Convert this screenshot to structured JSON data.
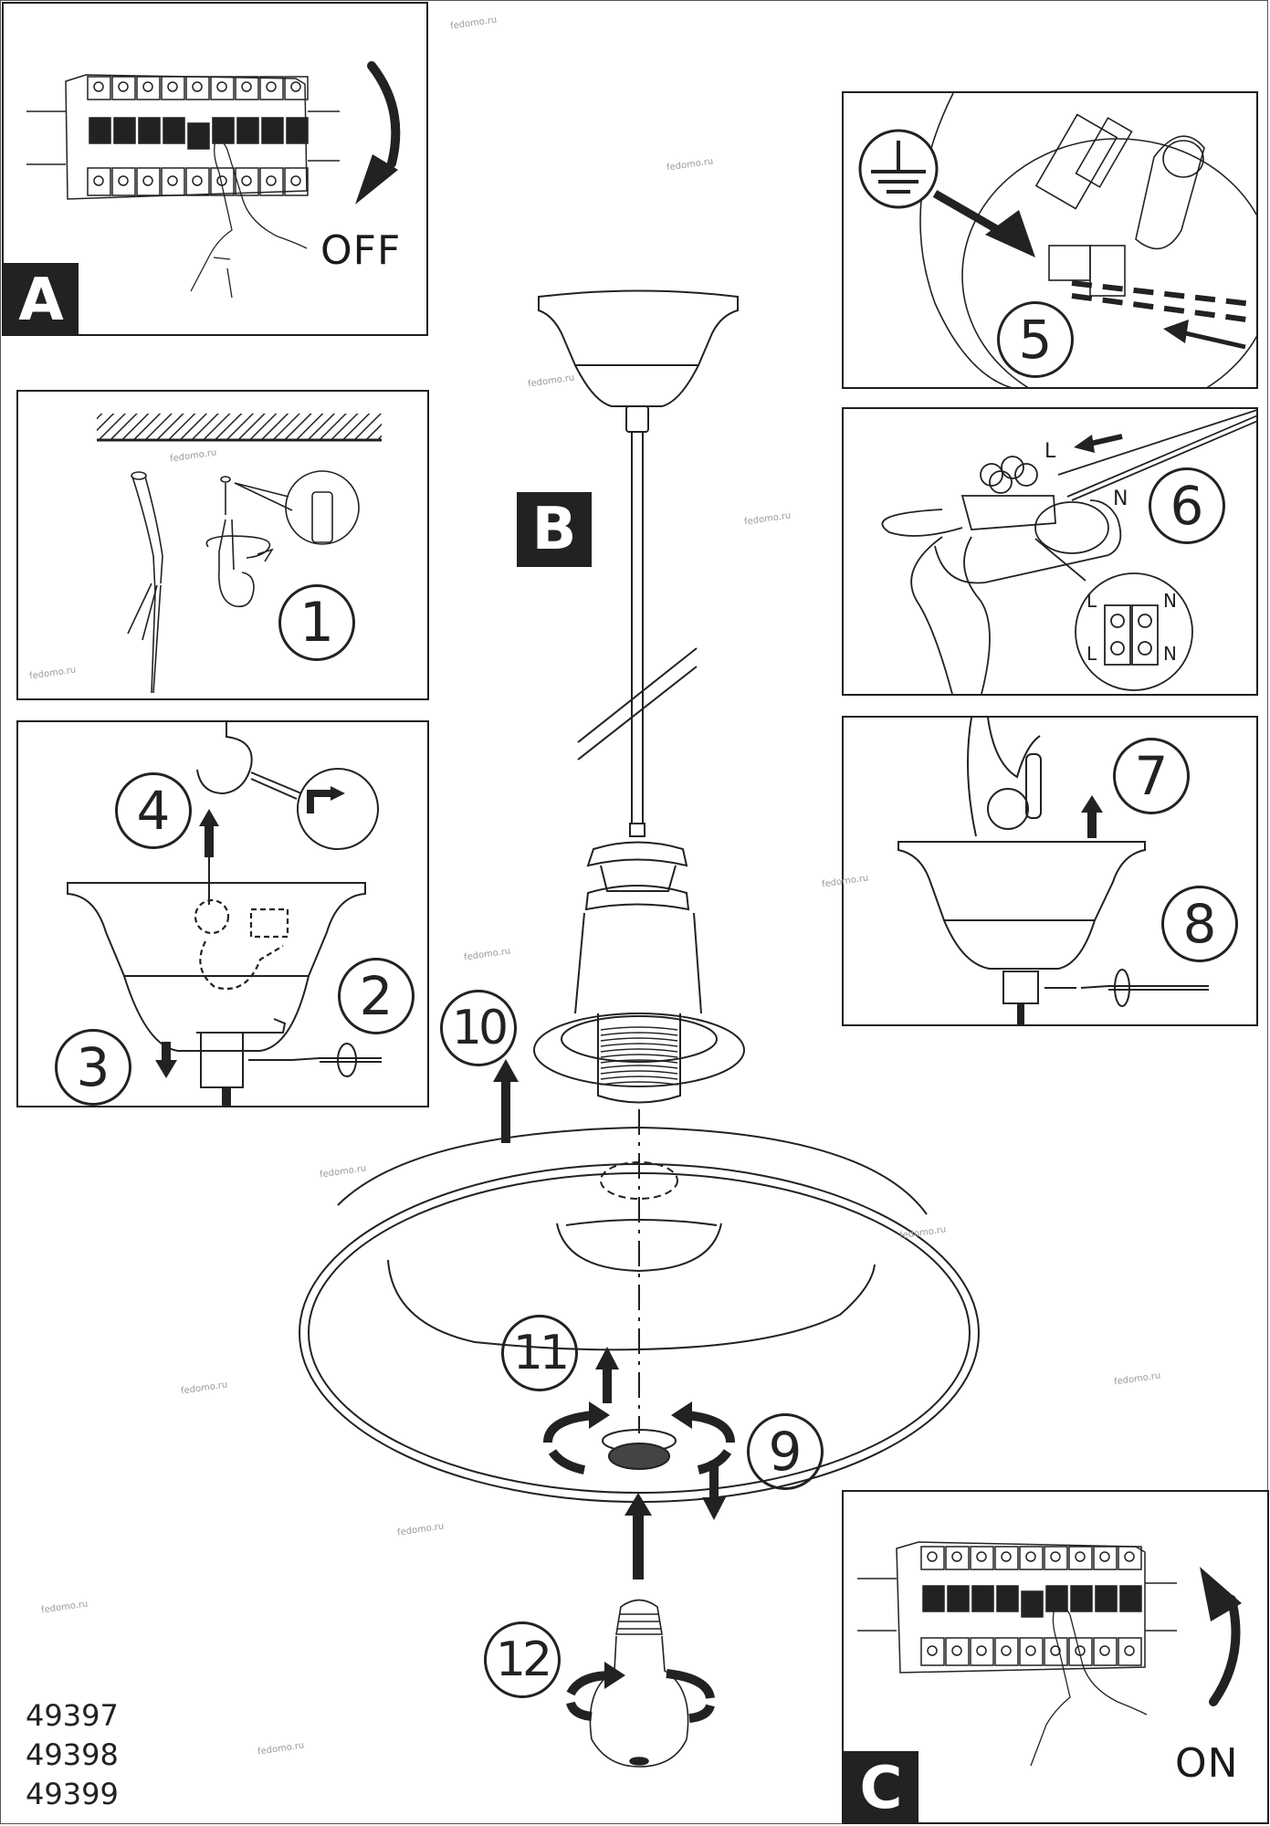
{
  "document": {
    "type": "Pendant lamp installation instructions",
    "model_numbers": [
      "49397",
      "49398",
      "49399"
    ],
    "watermark_text": "fedomo.ru"
  },
  "panels": {
    "A": {
      "letter": "A",
      "state_label": "OFF",
      "description": "Switch off circuit breaker"
    },
    "B": {
      "letter": "B",
      "description": "Lamp overview assembly"
    },
    "C": {
      "letter": "C",
      "state_label": "ON",
      "description": "Switch on circuit breaker"
    },
    "step1": {
      "number": "1",
      "description": "Drill hole, insert wall plug and screw in ceiling hook"
    },
    "step2_4": {
      "numbers": [
        "4",
        "2",
        "3"
      ],
      "description": "Loosen screw, lower canopy, hang lamp on hook"
    },
    "step5": {
      "number": "5",
      "description": "Connect earth wire"
    },
    "step6": {
      "number": "6",
      "description": "Connect L and N wires to terminal block",
      "terminal_labels": [
        "L",
        "N",
        "L",
        "N"
      ],
      "wire_labels": [
        "L",
        "N"
      ]
    },
    "step7_8": {
      "numbers": [
        "7",
        "8"
      ],
      "description": "Raise canopy and tighten screw"
    }
  },
  "main_steps": [
    "10",
    "11",
    "9",
    "12"
  ],
  "icons": {
    "earth": "earth-ground-icon",
    "arrow_down_curved": "curved-arrow-down-icon",
    "arrow_up_curved": "curved-arrow-up-icon"
  }
}
